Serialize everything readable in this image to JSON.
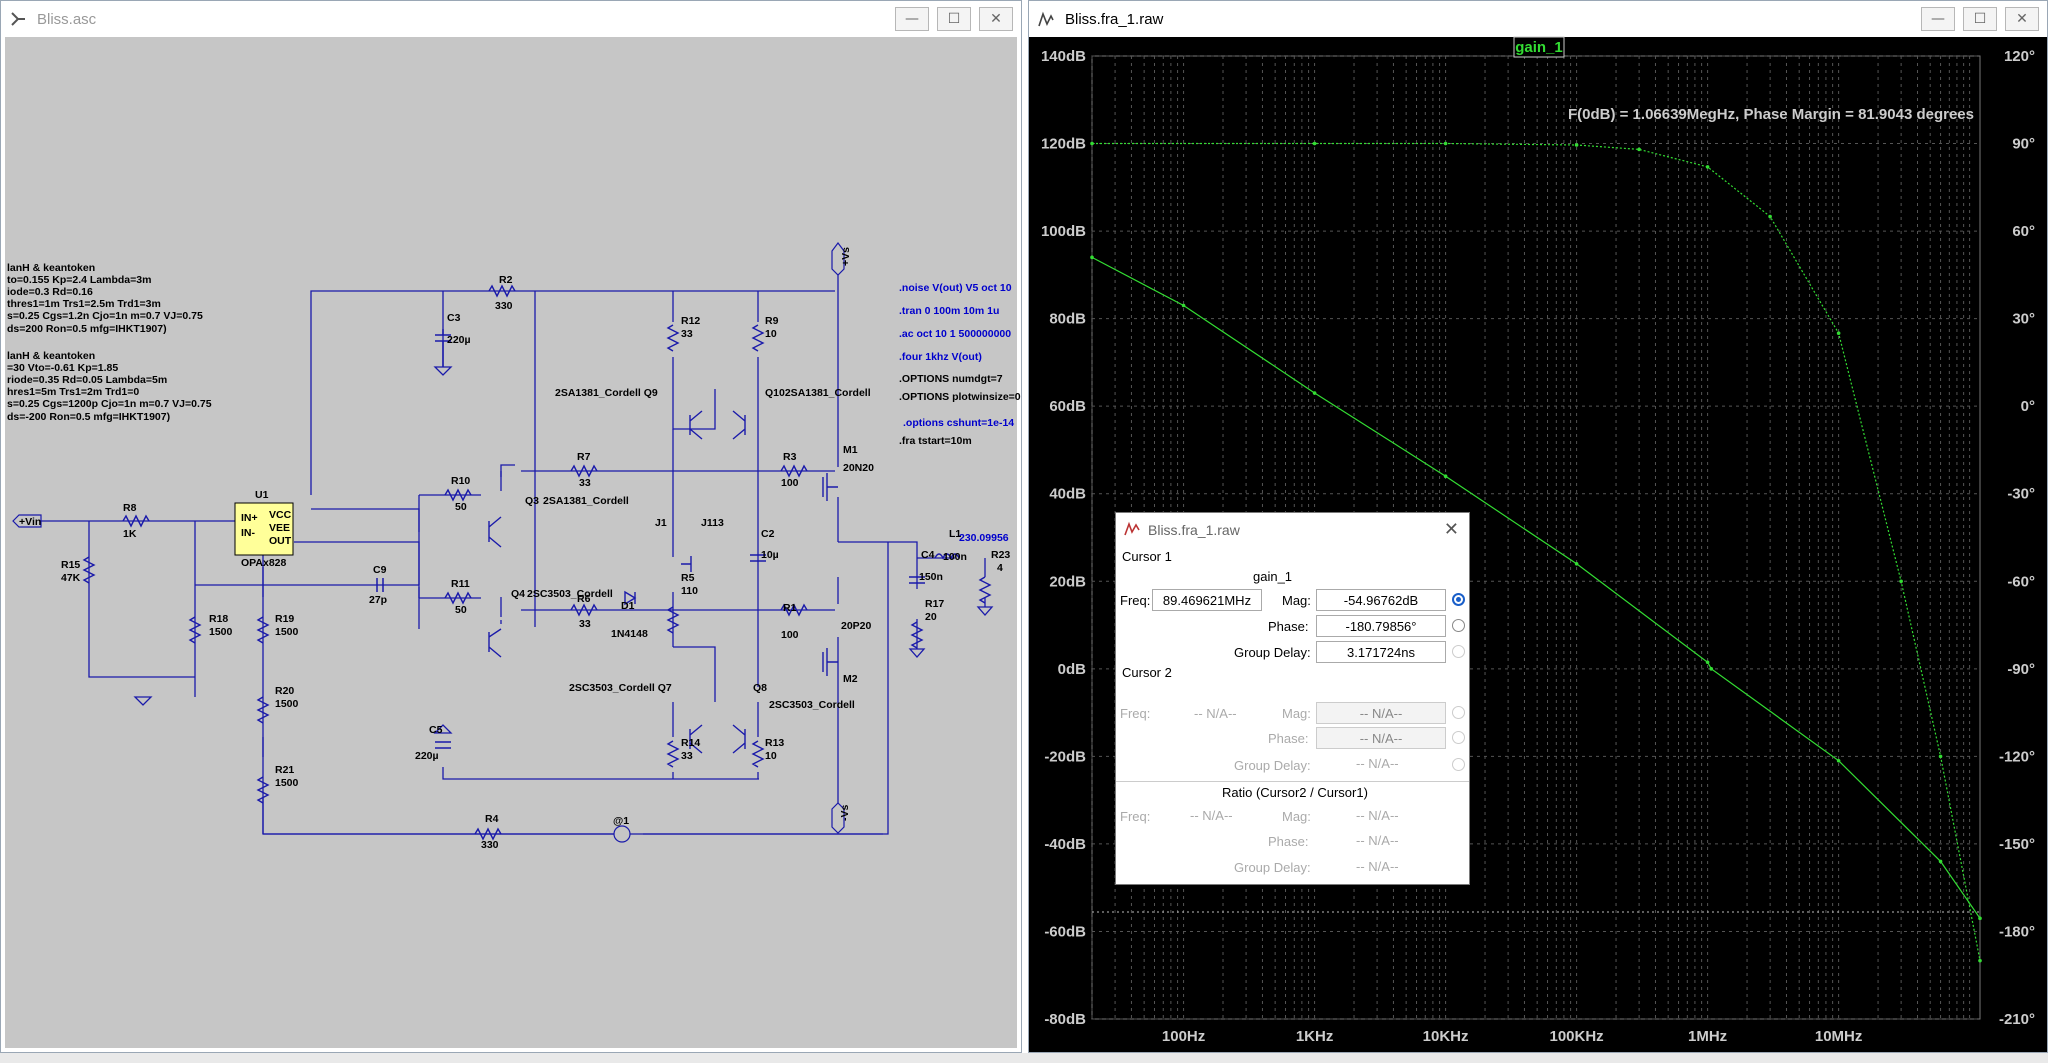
{
  "left_window": {
    "title": "Bliss.asc",
    "buttons": {
      "minimize": "—",
      "maximize": "☐",
      "close": "✕"
    }
  },
  "right_window": {
    "title": "Bliss.fra_1.raw",
    "buttons": {
      "minimize": "—",
      "maximize": "☐",
      "close": "✕"
    }
  },
  "schematic": {
    "model_text": [
      "lanH & keantoken",
      "to=0.155 Kp=2.4 Lambda=3m",
      "iode=0.3 Rd=0.16",
      "thres1=1m Trs1=2.5m Trd1=3m",
      "s=0.25 Cgs=1.2n Cjo=1n m=0.7 VJ=0.75",
      "ds=200 Ron=0.5 mfg=IHKT1907)",
      "",
      "lanH & keantoken",
      "=30 Vto=-0.61 Kp=1.85",
      "riode=0.35 Rd=0.05 Lambda=5m",
      "hres1=5m Trs1=2m Trd1=0",
      "s=0.25 Cgs=1200p Cjo=1n m=0.7 VJ=0.75",
      "ds=-200 Ron=0.5 mfg=IHKT1907)"
    ],
    "directives": [
      ".noise V(out) V5 oct 10",
      ".tran 0 100m 10m 1u",
      ".ac oct 10 1 500000000",
      ".four 1khz V(out)",
      ".OPTIONS numdgt=7",
      ".OPTIONS plotwinsize=0",
      ".options cshunt=1e-14",
      ".fra tstart=10m"
    ],
    "labels": {
      "vin": "+Vin",
      "vs_pos": "+Vs",
      "vs_neg": "-Vs",
      "r8": "R8",
      "r8v": "1K",
      "r15": "R15",
      "r15v": "47K",
      "u1": "U1",
      "u1_part": "OPAx828",
      "u1_inp": "IN+",
      "u1_inn": "IN-",
      "u1_vcc": "VCC",
      "u1_vee": "VEE",
      "u1_out": "OUT",
      "r18": "R18",
      "r18v": "1500",
      "r19": "R19",
      "r19v": "1500",
      "r20": "R20",
      "r20v": "1500",
      "r21": "R21",
      "r21v": "1500",
      "c3": "C3",
      "c3v": "220µ",
      "c5": "C5",
      "c5v": "220µ",
      "c9": "C9",
      "c9v": "27p",
      "r2": "R2",
      "r2v": "330",
      "r4": "R4",
      "r4v": "330",
      "r10": "R10",
      "r10v": "50",
      "r11": "R11",
      "r11v": "50",
      "q3": "Q3",
      "q3_part": "2SA1381_Cordell",
      "q4": "Q4",
      "q4_part": "2SC3503_Cordell",
      "r7": "R7",
      "r7v": "33",
      "r6": "R6",
      "r6v": "33",
      "d1": "D1",
      "d1_part": "1N4148",
      "r12": "R12",
      "r12v": "33",
      "r9": "R9",
      "r9v": "10",
      "q9": "2SA1381_Cordell  Q9",
      "q10": "Q102SA1381_Cordell",
      "j1": "J1",
      "j1_part": "J113",
      "r5": "R5",
      "r5v": "110",
      "c2": "C2",
      "c2v": "10µ",
      "q7": "2SC3503_Cordell  Q7",
      "q8": "Q8",
      "q8_part": "2SC3503_Cordell",
      "r14": "R14",
      "r14v": "33",
      "r13": "R13",
      "r13v": "10",
      "r3": "R3",
      "r3v": "100",
      "r1": "R1",
      "r1v": "100",
      "m1": "M1",
      "m1_part": "20N20",
      "m2": "M2",
      "m2_part": "20P20",
      "c4": "C4",
      "c4v": "150n",
      "r17": "R17",
      "r17v": "20",
      "l1": "L1",
      "l1v": "100n",
      "r23": "R23",
      "r23v": "4",
      "out_meas": "230.09956",
      "e1": "@1"
    }
  },
  "plot": {
    "trace_name": "gain_1",
    "measurement": "F(0dB) = 1.06639MegHz, Phase Margin = 81.9043 degrees",
    "left_axis": [
      "140dB",
      "120dB",
      "100dB",
      "80dB",
      "60dB",
      "40dB",
      "20dB",
      "0dB",
      "-20dB",
      "-40dB",
      "-60dB",
      "-80dB"
    ],
    "right_axis": [
      "120°",
      "90°",
      "60°",
      "30°",
      "0°",
      "-30°",
      "-60°",
      "-90°",
      "-120°",
      "-150°",
      "-180°",
      "-210°"
    ],
    "x_axis": [
      "100Hz",
      "1KHz",
      "10KHz",
      "100KHz",
      "1MHz",
      "10MHz"
    ],
    "trace_color": "#33dd33",
    "grid_color": "#555555"
  },
  "chart_data": {
    "type": "line",
    "x_scale": "log",
    "xlim_hz": [
      20,
      120000000
    ],
    "ylim_db": [
      -80,
      140
    ],
    "y2lim_deg": [
      -210,
      120
    ],
    "series": [
      {
        "axis": "left-dB",
        "x_hz": [
          20,
          100,
          1000,
          10000,
          100000,
          1000000,
          1066390,
          10000000,
          60000000,
          120000000
        ],
        "y": [
          94,
          83,
          63,
          44,
          24,
          1.5,
          0,
          -21,
          -44,
          -57
        ]
      },
      {
        "axis": "right-deg",
        "x_hz": [
          20,
          1000,
          10000,
          100000,
          300000,
          1000000,
          3000000,
          10000000,
          30000000,
          60000000,
          120000000
        ],
        "y": [
          90,
          90,
          90,
          89.5,
          88,
          82,
          65,
          25,
          -60,
          -120,
          -190
        ]
      }
    ]
  },
  "cursor_dialog": {
    "title": "Bliss.fra_1.raw",
    "cursor1_label": "Cursor 1",
    "trace": "gain_1",
    "freq_label": "Freq:",
    "freq": "89.469621MHz",
    "mag_label": "Mag:",
    "mag": "-54.96762dB",
    "phase_label": "Phase:",
    "phase": "-180.79856°",
    "gd_label": "Group Delay:",
    "gd": "3.171724ns",
    "cursor2_label": "Cursor 2",
    "na": "-- N/A--",
    "ratio_label": "Ratio (Cursor2 / Cursor1)"
  }
}
